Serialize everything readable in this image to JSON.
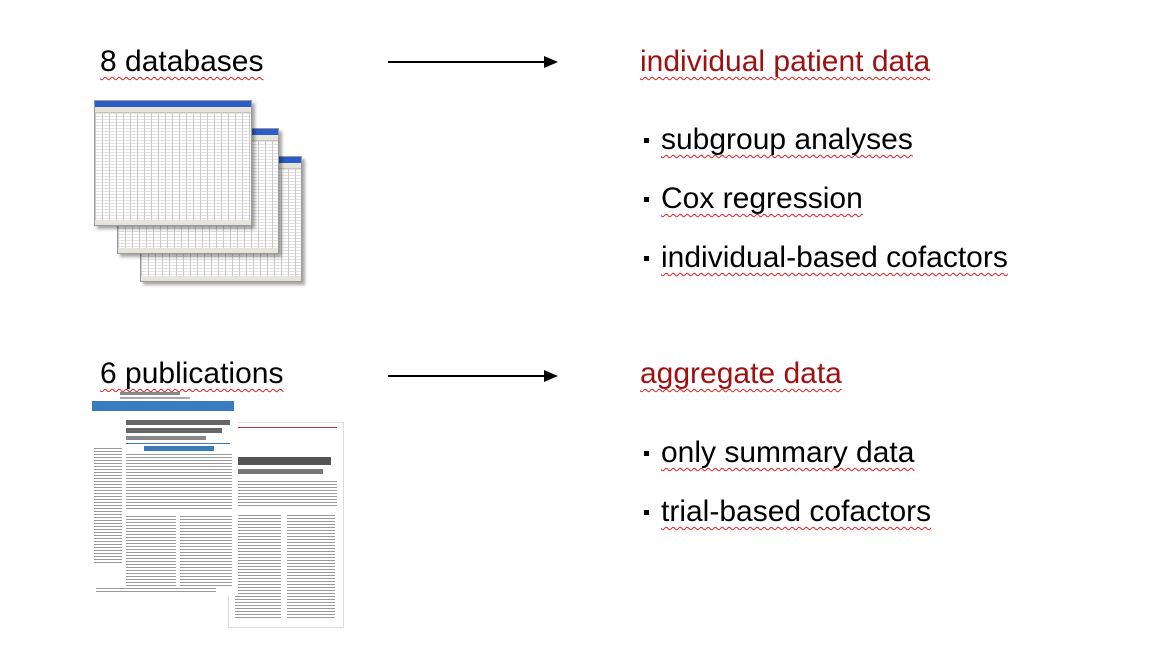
{
  "row1": {
    "source": "8 databases",
    "target": "individual patient data",
    "bullets": [
      "subgroup analyses",
      "Cox regression",
      "individual-based cofactors"
    ]
  },
  "row2": {
    "source": "6 publications",
    "target": "aggregate data",
    "bullets": [
      "only summary data",
      "trial-based cofactors"
    ]
  },
  "colors": {
    "target_red": "#a01010",
    "squiggle": "#e02020"
  },
  "images": {
    "spreadsheets": "spreadsheet-thumbnail-stack",
    "publications": "journal-article-thumbnail-stack"
  }
}
